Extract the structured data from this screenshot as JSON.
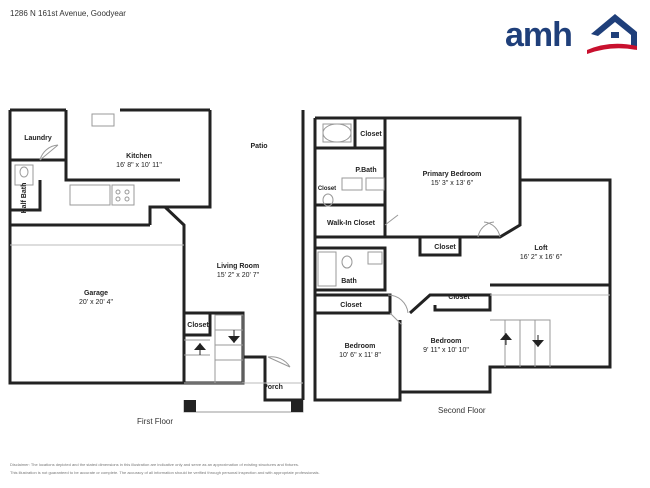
{
  "header": {
    "address": "1286 N 161st Avenue, Goodyear"
  },
  "logo": {
    "text": "amh",
    "color": "#1f3f7a",
    "accent": "#c8102e"
  },
  "first_floor": {
    "label": "First Floor",
    "rooms": {
      "laundry": {
        "name": "Laundry"
      },
      "kitchen": {
        "name": "Kitchen",
        "dims": "16' 8\" x 10' 11\""
      },
      "patio": {
        "name": "Patio"
      },
      "half_bath": {
        "name": "Half Bath"
      },
      "garage": {
        "name": "Garage",
        "dims": "20' x 20' 4\""
      },
      "living_room": {
        "name": "Living Room",
        "dims": "15' 2\" x 20' 7\""
      },
      "closet": {
        "name": "Closet"
      },
      "porch": {
        "name": "Porch"
      }
    }
  },
  "second_floor": {
    "label": "Second Floor",
    "rooms": {
      "closet_top": {
        "name": "Closet"
      },
      "pbath": {
        "name": "P.Bath"
      },
      "closet_small": {
        "name": "Closet"
      },
      "primary_bedroom": {
        "name": "Primary Bedroom",
        "dims": "15' 3\" x 13' 6\""
      },
      "walkin_closet": {
        "name": "Walk-In Closet"
      },
      "closet_mid": {
        "name": "Closet"
      },
      "loft": {
        "name": "Loft",
        "dims": "16' 2\" x 16' 6\""
      },
      "bath": {
        "name": "Bath"
      },
      "closet_bed1": {
        "name": "Closet"
      },
      "closet_bed2": {
        "name": "Closet"
      },
      "bedroom1": {
        "name": "Bedroom",
        "dims": "10' 6\" x 11' 8\""
      },
      "bedroom2": {
        "name": "Bedroom",
        "dims": "9' 11\" x 10' 10\""
      }
    }
  },
  "disclaimer": {
    "line1": "Disclaimer: The locations depicted and the stated dimensions in this illustration are indicative only and serve as an approximation of existing structures and fixtures.",
    "line2": "This illustration is not guaranteed to be accurate or complete. The accuracy of all information should be verified through personal inspection and with appropriate professionals."
  }
}
